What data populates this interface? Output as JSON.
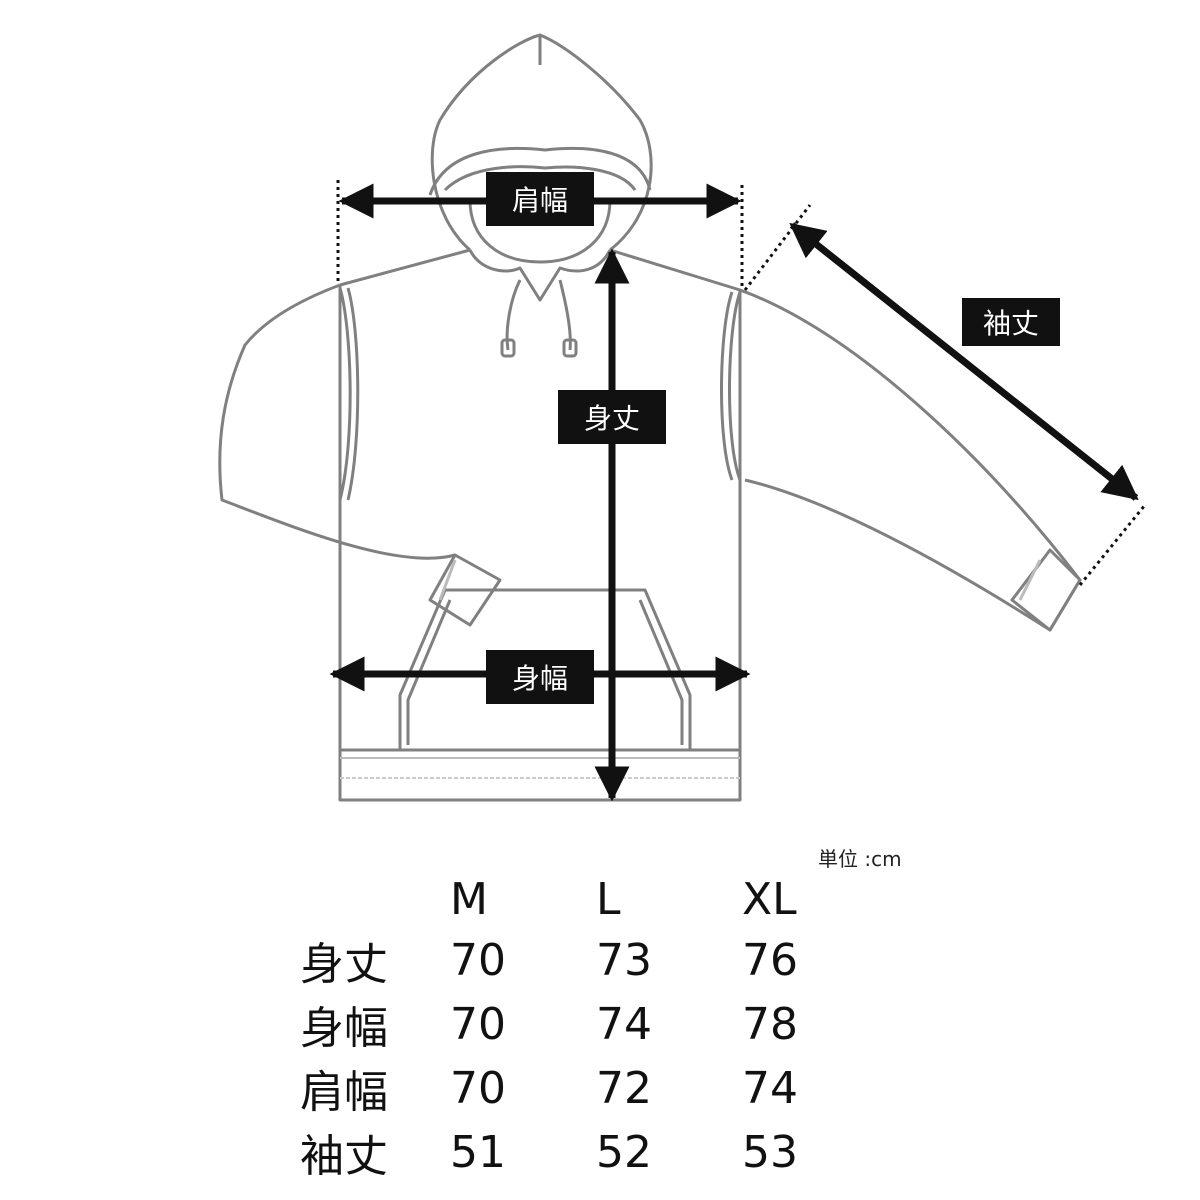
{
  "labels": {
    "shoulder_width": "肩幅",
    "body_length": "身丈",
    "body_width": "身幅",
    "sleeve_length": "袖丈"
  },
  "unit_note": "単位 :cm",
  "table": {
    "columns": [
      "",
      "M",
      "L",
      "XL"
    ],
    "rows": [
      {
        "name": "身丈",
        "values": [
          "70",
          "73",
          "76"
        ]
      },
      {
        "name": "身幅",
        "values": [
          "70",
          "74",
          "78"
        ]
      },
      {
        "name": "肩幅",
        "values": [
          "70",
          "72",
          "74"
        ]
      },
      {
        "name": "袖丈",
        "values": [
          "51",
          "52",
          "53"
        ]
      }
    ]
  },
  "colors": {
    "outline": "#808080",
    "arrow": "#111111",
    "label_bg": "#111111",
    "label_text": "#ffffff"
  }
}
